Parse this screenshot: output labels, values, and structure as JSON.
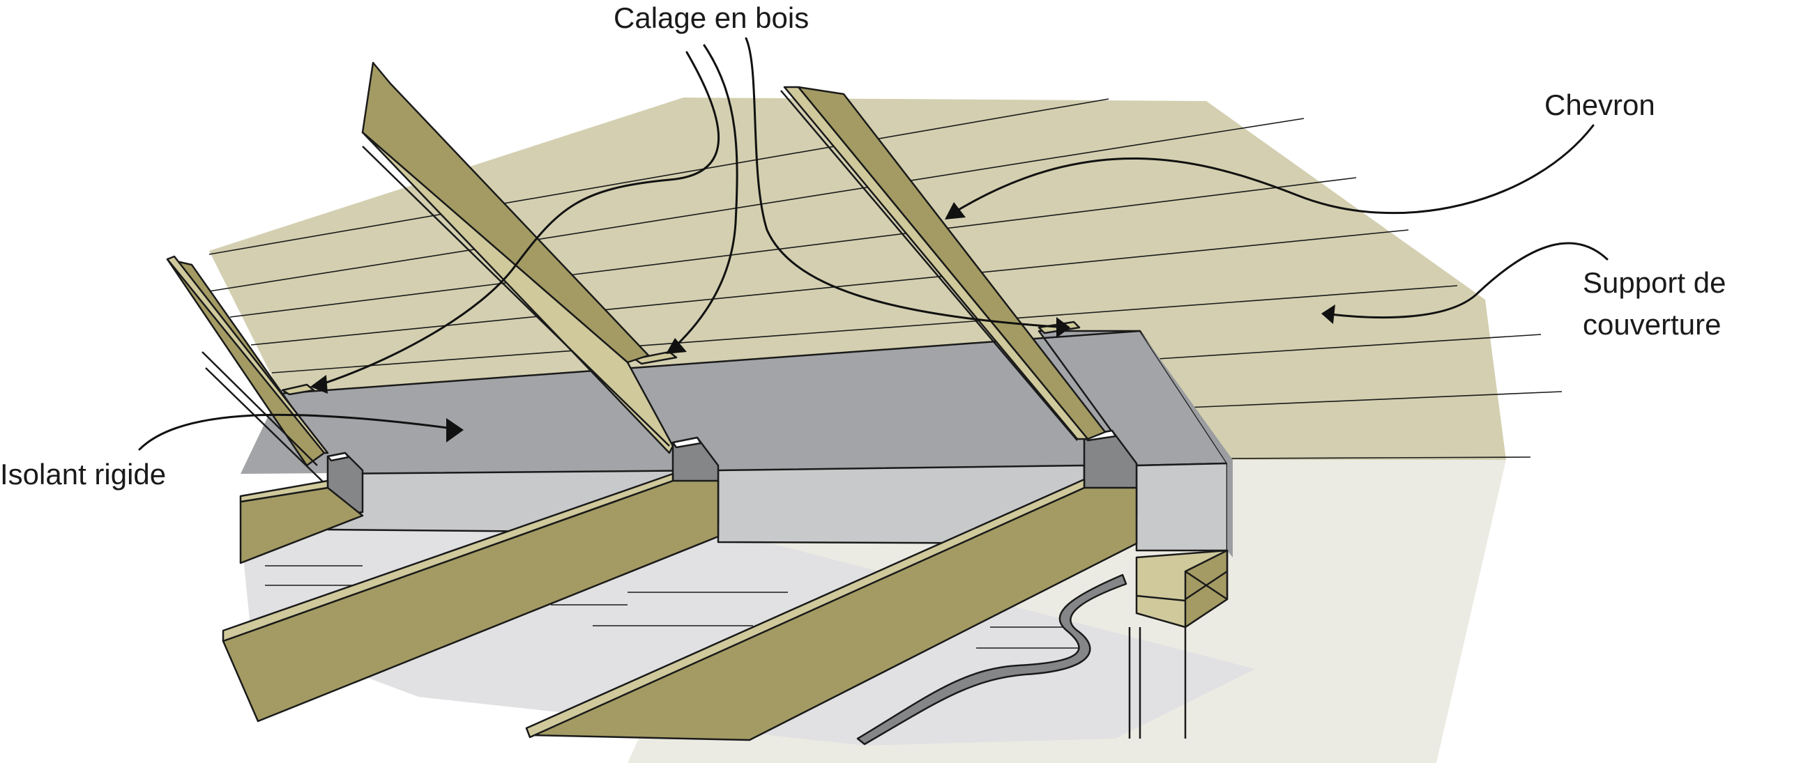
{
  "labels": {
    "calage": "Calage en bois",
    "chevron": "Chevron",
    "support_line1": "Support de",
    "support_line2": "couverture",
    "isolant": "Isolant rigide"
  },
  "colors": {
    "sheathing": "#d3cfb0",
    "wood": "#a39b63",
    "wood_light": "#cfc99c",
    "insulation_top": "#a2a4a7",
    "insulation_face": "#c8c9cb",
    "block_dark": "#858688",
    "ceiling": "#ecebe3",
    "floor_shadow": "#e1e1e3",
    "outline": "#1a1a1a"
  }
}
